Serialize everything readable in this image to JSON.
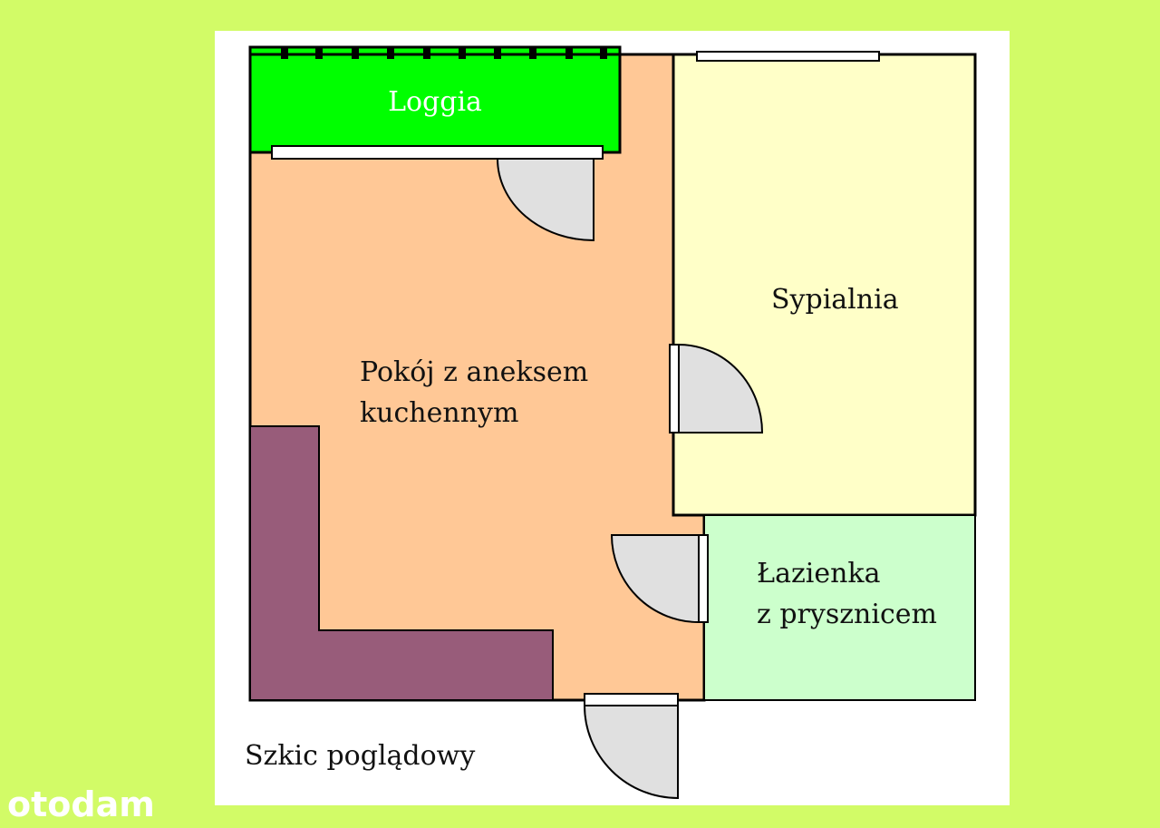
{
  "rooms": {
    "loggia": "Loggia",
    "bedroom": "Sypialnia",
    "living_line1": "Pokój z aneksem",
    "living_line2": "kuchennym",
    "bath_line1": "Łazienka",
    "bath_line2": "z prysznicem"
  },
  "caption": "Szkic poglądowy",
  "watermark": "otodam",
  "colors": {
    "background": "#D2FB67",
    "living": "#FFC896",
    "loggia": "#00FF00",
    "bedroom": "#FFFFC8",
    "bathroom": "#CCFFCC",
    "kitchen": "#985C7A",
    "door": "#E0E0E0"
  }
}
